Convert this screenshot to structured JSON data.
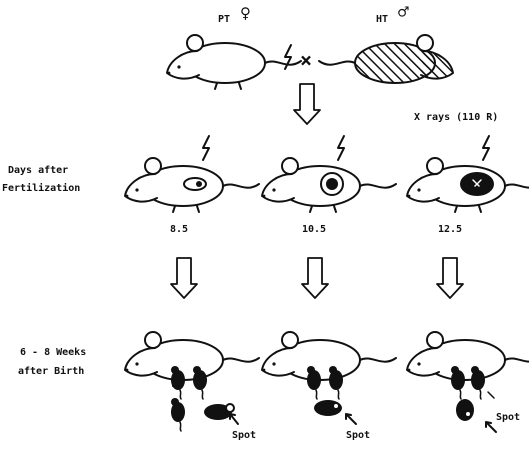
{
  "parents": {
    "female_strain": "PT",
    "male_strain": "HT",
    "female_symbol": "♀",
    "male_symbol": "♂",
    "cross_symbol": "×"
  },
  "treatment_label": "X rays (110 R)",
  "row_labels": {
    "fertilization": [
      "Days after",
      "Fertilization"
    ],
    "birth": [
      "6 - 8 Weeks",
      "after Birth"
    ]
  },
  "days": [
    "8.5",
    "10.5",
    "12.5"
  ],
  "spot_labels": [
    "Spot",
    "Spot",
    "Spot"
  ]
}
